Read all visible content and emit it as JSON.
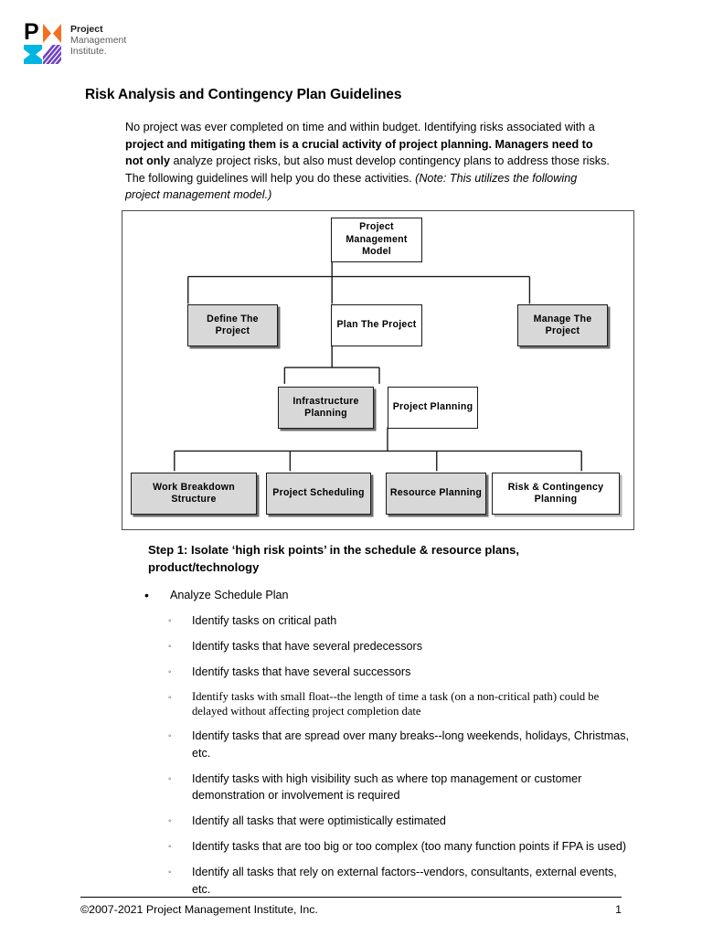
{
  "brand": {
    "logo_letter_p": "P",
    "words": [
      "Project",
      "Management",
      "Institute."
    ],
    "colors": {
      "black": "#000000",
      "orange": "#f37021",
      "cyan": "#00b5e2",
      "purple": "#6f42c1"
    }
  },
  "document": {
    "title": "Risk Analysis and Contingency Plan Guidelines",
    "intro": {
      "seg1": "No project was ever completed on time and within budget. Identifying risks associated with a ",
      "seg2_bold": "project and mitigating them is a crucial activity of project planning. Managers need to not only",
      "seg3": " analyze project risks, but also must develop contingency plans to address those risks. The following guidelines will help you do these activities. ",
      "seg4_italic": "(Note: This utilizes the following project management model.)"
    }
  },
  "diagram": {
    "nodes": [
      {
        "id": "project-management-model",
        "label": "Project Management Model",
        "fill": "white"
      },
      {
        "id": "define-the-project",
        "label": "Define The Project",
        "fill": "gray"
      },
      {
        "id": "plan-the-project",
        "label": "Plan The Project",
        "fill": "white"
      },
      {
        "id": "manage-the-project",
        "label": "Manage The Project",
        "fill": "gray"
      },
      {
        "id": "infrastructure-planning",
        "label": "Infrastructure Planning",
        "fill": "gray"
      },
      {
        "id": "project-planning",
        "label": "Project Planning",
        "fill": "white"
      },
      {
        "id": "work-breakdown-structure",
        "label": "Work Breakdown Structure",
        "fill": "gray"
      },
      {
        "id": "project-scheduling",
        "label": "Project Scheduling",
        "fill": "gray"
      },
      {
        "id": "resource-planning",
        "label": "Resource Planning",
        "fill": "gray"
      },
      {
        "id": "risk-contingency-planning",
        "label": "Risk & Contingency Planning",
        "fill": "white"
      }
    ]
  },
  "step": {
    "heading": "Step 1: Isolate ‘high risk points’ in the schedule & resource plans, product/technology",
    "bullets": [
      {
        "level": 1,
        "marker": "•",
        "text": "Analyze Schedule Plan",
        "serif": false
      },
      {
        "level": 2,
        "marker": "◦",
        "text": "Identify tasks on critical path",
        "serif": false
      },
      {
        "level": 2,
        "marker": "◦",
        "text": "Identify tasks that have several predecessors",
        "serif": false
      },
      {
        "level": 2,
        "marker": "◦",
        "text": "Identify tasks that have several successors",
        "serif": false
      },
      {
        "level": 2,
        "marker": "◦",
        "text": "Identify tasks with small float--the length of time a task (on a non-critical path) could be delayed without affecting project completion date",
        "serif": true
      },
      {
        "level": 2,
        "marker": "◦",
        "text": "Identify tasks that are spread over many breaks--long weekends, holidays, Christmas, etc.",
        "serif": false
      },
      {
        "level": 2,
        "marker": "◦",
        "text": "Identify tasks with high visibility such as where top management or customer demonstration or involvement is required",
        "serif": false
      },
      {
        "level": 2,
        "marker": "◦",
        "text": "Identify all tasks that were optimistically estimated",
        "serif": false
      },
      {
        "level": 2,
        "marker": "◦",
        "text": "Identify tasks that are too big or too complex (too many function points if FPA is used)",
        "serif": false
      },
      {
        "level": 2,
        "marker": "◦",
        "text": "Identify all tasks that rely on external factors--vendors, consultants, external events, etc.",
        "serif": false
      }
    ]
  },
  "footer": {
    "copyright": "©2007-2021 Project Management Institute, Inc.",
    "page_number": "1"
  }
}
